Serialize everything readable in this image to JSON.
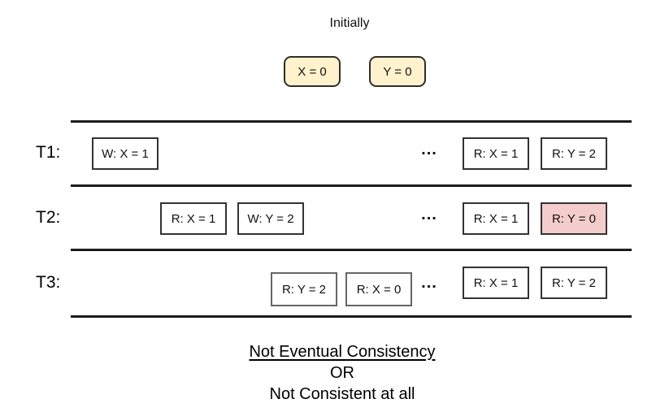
{
  "header": {
    "title": "Initially"
  },
  "initial_state": {
    "boxes": [
      {
        "label": "X = 0"
      },
      {
        "label": "Y = 0"
      }
    ]
  },
  "timelines": [
    {
      "name": "T1:",
      "ellipsis": "...",
      "ops": [
        {
          "label": "W: X = 1"
        },
        {
          "label": "R: X = 1"
        },
        {
          "label": "R: Y = 2"
        }
      ]
    },
    {
      "name": "T2:",
      "ellipsis": "...",
      "ops": [
        {
          "label": "R: X = 1"
        },
        {
          "label": "W: Y = 2"
        },
        {
          "label": "R: X = 1"
        },
        {
          "label": "R: Y = 0",
          "highlighted": true
        }
      ]
    },
    {
      "name": "T3:",
      "ellipsis": "...",
      "ops": [
        {
          "label": "R: Y = 2"
        },
        {
          "label": "R: X = 0"
        },
        {
          "label": "R: X = 1"
        },
        {
          "label": "R: Y = 2"
        }
      ]
    }
  ],
  "conclusion": {
    "line1": "Not Eventual Consistency",
    "line2": "OR",
    "line3": "Not Consistent at all"
  },
  "colors": {
    "initial_box_fill": "#fff2cc",
    "highlight_fill": "#f4cccc",
    "box_border": "#333333",
    "gray_box_border": "#666666",
    "timeline_rule": "#1c1c1c"
  }
}
